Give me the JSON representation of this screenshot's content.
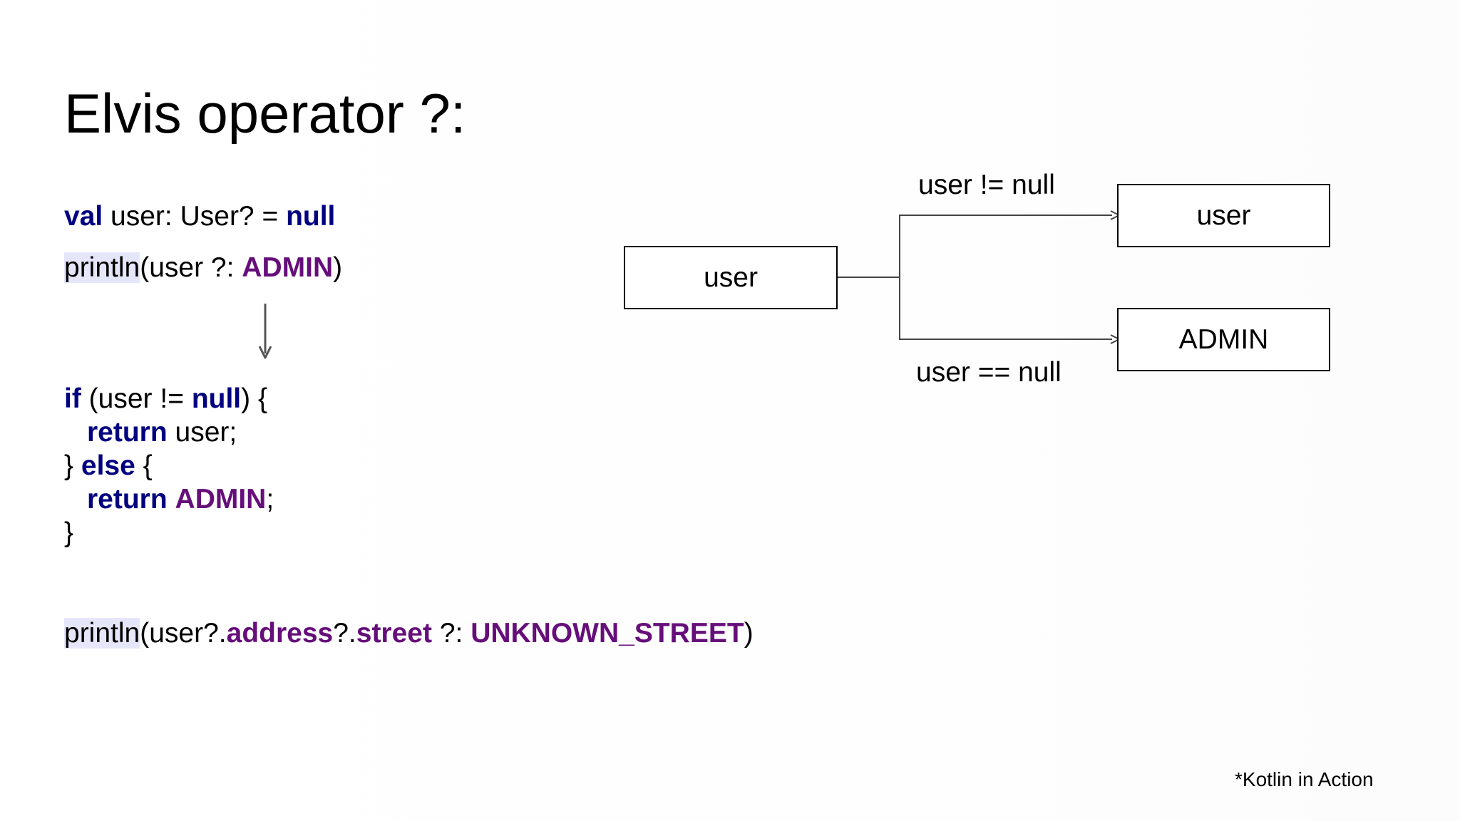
{
  "slide": {
    "title": "Elvis operator ?:",
    "footnote": "*Kotlin in Action"
  },
  "code": {
    "line1": {
      "kw_val": "val",
      "text": " user: User? = ",
      "kw_null": "null"
    },
    "line2": {
      "fn": "println",
      "open": "(user ?: ",
      "const": "ADMIN",
      "close": ")"
    },
    "if_block": {
      "if_kw": "if",
      "if_text": " (user != ",
      "if_null": "null",
      "if_close": ") {",
      "return1_kw": "return",
      "return1_text": " user;",
      "else_open": "} ",
      "else_kw": "else",
      "else_close": " {",
      "return2_kw": "return",
      "return2_space": " ",
      "return2_const": "ADMIN",
      "return2_semi": ";",
      "close": "}"
    },
    "line_chain": {
      "fn": "println",
      "p1": "(user?.",
      "address": "address",
      "p2": "?.",
      "street": "street",
      "p3": " ?: ",
      "unknown": "UNKNOWN_STREET",
      "close": ")"
    }
  },
  "diagram": {
    "source_box": "user",
    "top_label": "user != null",
    "top_target": "user",
    "bottom_label": "user == null",
    "bottom_target": "ADMIN"
  }
}
